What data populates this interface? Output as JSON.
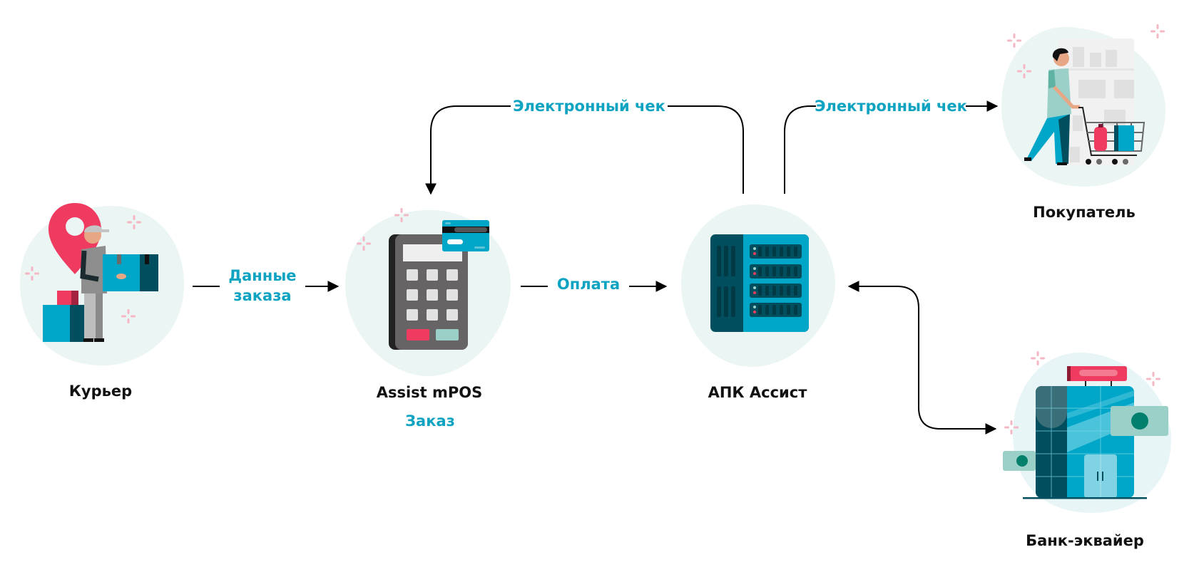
{
  "colors": {
    "accent": "#0fa3c2",
    "text": "#111111",
    "blob": "#eaf5f4",
    "sparkle": "#f3b8c4",
    "pink": "#ef3b60",
    "teal_dark": "#004e5e",
    "teal": "#00a6c8",
    "mint": "#9bd0c9"
  },
  "nodes": {
    "courier": {
      "label": "Курьер",
      "icon": "courier-with-boxes-icon"
    },
    "mpos": {
      "label": "Assist mPOS",
      "sublabel": "Заказ",
      "icon": "payment-terminal-icon"
    },
    "apk": {
      "label": "АПК Ассист",
      "icon": "server-rack-icon"
    },
    "buyer": {
      "label": "Покупатель",
      "icon": "shopper-with-cart-icon"
    },
    "bank": {
      "label": "Банк-эквайер",
      "icon": "bank-building-icon"
    }
  },
  "edges": {
    "order_data": {
      "line1": "Данные",
      "line2": "заказа"
    },
    "payment": {
      "label": "Оплата"
    },
    "receipt_to_mpos": {
      "label": "Электронный чек"
    },
    "receipt_to_buyer": {
      "label": "Электронный чек"
    },
    "bank_link": {
      "label": ""
    }
  }
}
